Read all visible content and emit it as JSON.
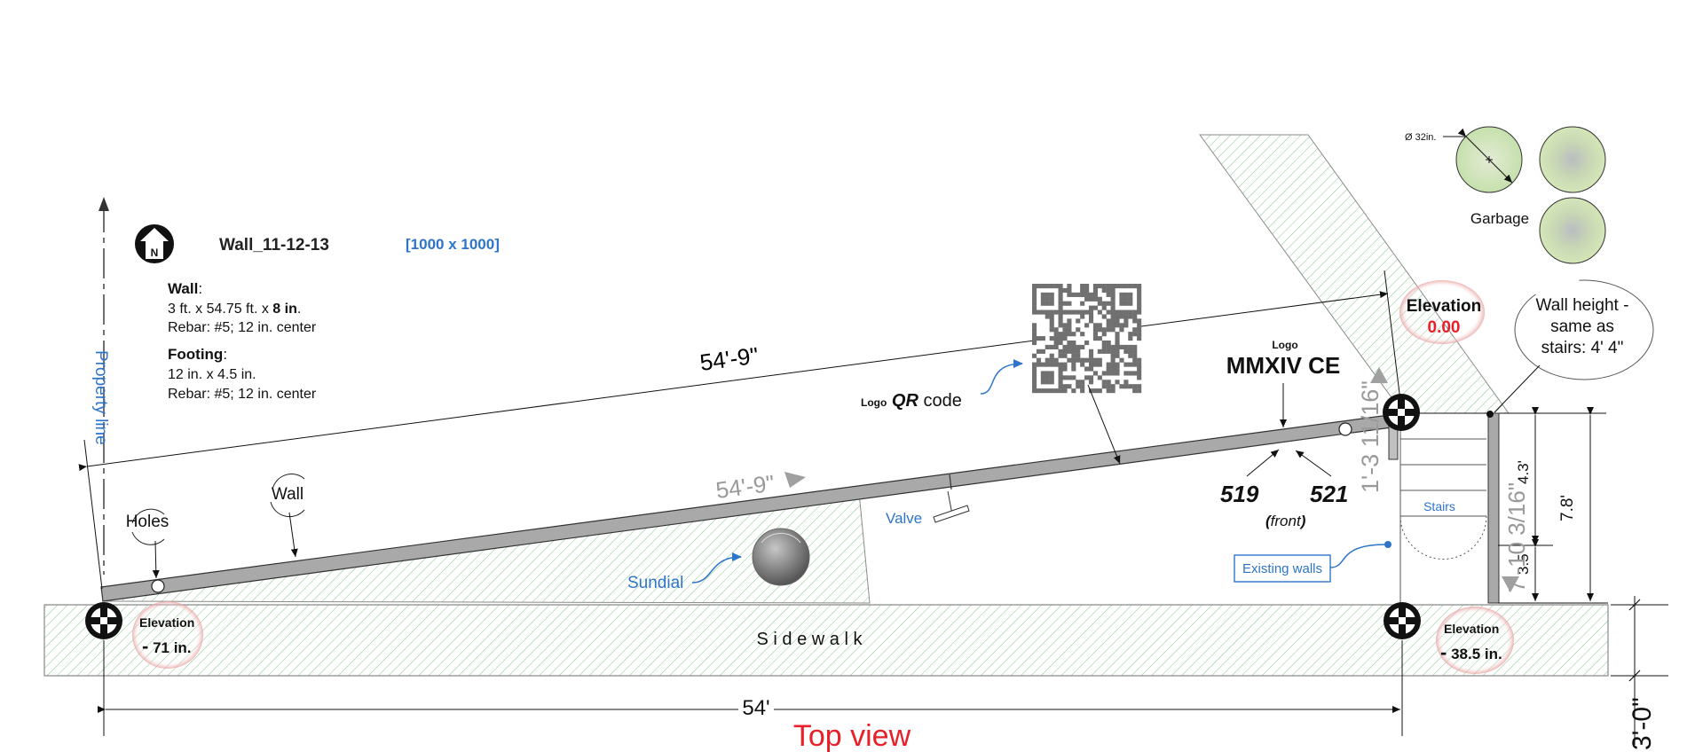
{
  "title": {
    "name": "Wall_11-12-13",
    "size_note": "[1000 x 1000]"
  },
  "wall_spec": {
    "heading": "Wall",
    "heading_colon": ":",
    "dims_prefix": "3 ft.  x  54.75 ft.  x ",
    "dims_bold": "8 in",
    "dims_suffix": ".",
    "rebar": "Rebar: #5; 12 in.  center"
  },
  "footing_spec": {
    "heading": "Footing",
    "heading_colon": ":",
    "dims": "12 in.  x  4.5 in.",
    "rebar": "Rebar: #5;  12 in.  center"
  },
  "compass": {
    "letter": "N"
  },
  "labels": {
    "property_line": "Property line",
    "holes": "Holes",
    "wall": "Wall",
    "sundial": "Sundial",
    "valve": "Valve",
    "logo_small": "Logo",
    "qr_bold": "QR",
    "qr_suffix": " code",
    "logo_over": "Logo",
    "mmxiv": "MMXIV CE",
    "num_519": "519",
    "num_521": "521",
    "front_open": "(",
    "front_text": "front",
    "front_close": ")",
    "stairs": "Stairs",
    "existing_walls": "Existing walls",
    "garbage": "Garbage",
    "diameter": "Ø 32in.",
    "wall_height_1": "Wall height -",
    "wall_height_2": "same as",
    "wall_height_3": "stairs: 4' 4\"",
    "sidewalk": "S i d e w a l k",
    "top_view": "Top view"
  },
  "elevations": {
    "label": "Elevation",
    "top_right_value": "0.00",
    "bottom_left_dash": "-",
    "bottom_left_value": "71 in.",
    "bottom_right_dash": "-",
    "bottom_right_value": "38.5 in."
  },
  "dimensions": {
    "diag_length": "54'-9\"",
    "grey_length": "54'-9\"",
    "base_length": "54'",
    "grey_vertical": "1'-3 11/16\"",
    "right_7_8": "7.8'",
    "right_4_3": "4.3'",
    "right_3_5": "3.5'",
    "right_grey": "7'-10 3/16\"",
    "right_3_0": "3'-0\""
  },
  "colors": {
    "blue": "#2e74c9",
    "red": "#e8202a",
    "hatch": "#7fc08a",
    "wall_fill": "#a9a9a9",
    "grey_text": "#9a9a9a"
  }
}
